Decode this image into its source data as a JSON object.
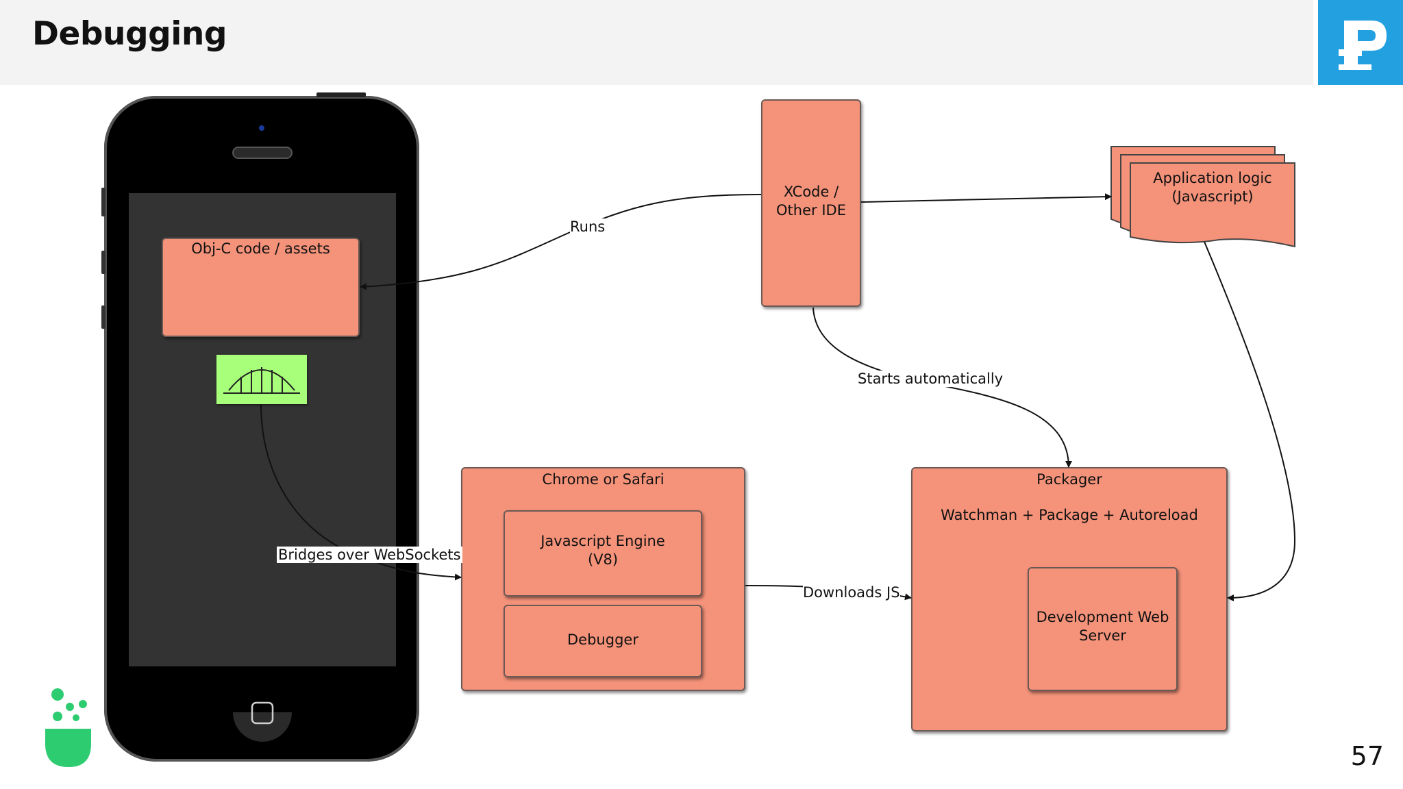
{
  "slide": {
    "title": "Debugging",
    "page_number": "57"
  },
  "colors": {
    "box_fill": "#f4927a",
    "bridge_fill": "#a8ff7a",
    "header_bg": "#f3f3f3",
    "logo_bg": "#22a0e0",
    "badge_green": "#2ecc71"
  },
  "nodes": {
    "objc": "Obj-C code / assets",
    "xcode": [
      "XCode /",
      "Other IDE"
    ],
    "applogic": [
      "Application logic",
      "(Javascript)"
    ],
    "browser": "Chrome or Safari",
    "jsengine": [
      "Javascript Engine",
      "(V8)"
    ],
    "debugger": "Debugger",
    "packager": "Packager",
    "watchman": "Watchman + Package + Autoreload",
    "devserver": [
      "Development Web",
      "Server"
    ]
  },
  "edges": {
    "runs": "Runs",
    "starts": "Starts automatically",
    "bridges": "Bridges over WebSockets",
    "downloads": "Downloads JS"
  },
  "icons": {
    "logo": "p-logo-icon",
    "bridge": "bridge-icon",
    "badge": "beaker-icon",
    "home": "home-button-icon"
  }
}
